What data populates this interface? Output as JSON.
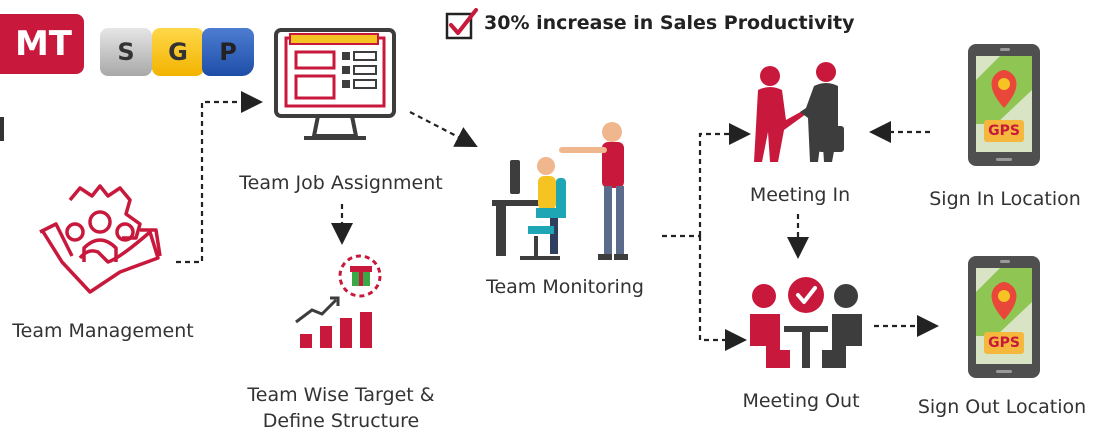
{
  "badges": {
    "mt": "MT",
    "s": "S",
    "g": "G",
    "p": "P"
  },
  "headline": "30% increase in Sales Productivity",
  "nodes": {
    "team_management": "Team Management",
    "team_job_assignment": "Team Job Assignment",
    "team_wise_target_line1": "Team Wise Target &",
    "team_wise_target_line2": "Define Structure",
    "team_monitoring": "Team Monitoring",
    "meeting_in": "Meeting In",
    "meeting_out": "Meeting Out",
    "sign_in_location": "Sign In Location",
    "sign_out_location": "Sign Out Location",
    "gps_in": "GPS",
    "gps_out": "GPS"
  },
  "colors": {
    "accent": "#c8193c",
    "dark": "#3d3d3d",
    "yellow": "#f5c423",
    "teal": "#1fa6b5"
  }
}
